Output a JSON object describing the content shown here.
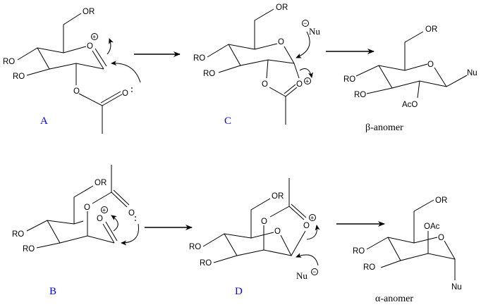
{
  "colors": {
    "label": "#0000ff",
    "bonds": "#000000"
  },
  "atoms": {
    "OR": "OR",
    "RO": "RO",
    "O": "O",
    "Nu": "Nu",
    "AcO": "AcO",
    "OAc": "OAc",
    "plus": "+",
    "minus": "−",
    "lone_pair": ":"
  },
  "intermediates": {
    "A": "A",
    "B": "B",
    "C": "C",
    "D": "D"
  },
  "products": {
    "beta": "β-anomer",
    "alpha": "α-anomer"
  }
}
